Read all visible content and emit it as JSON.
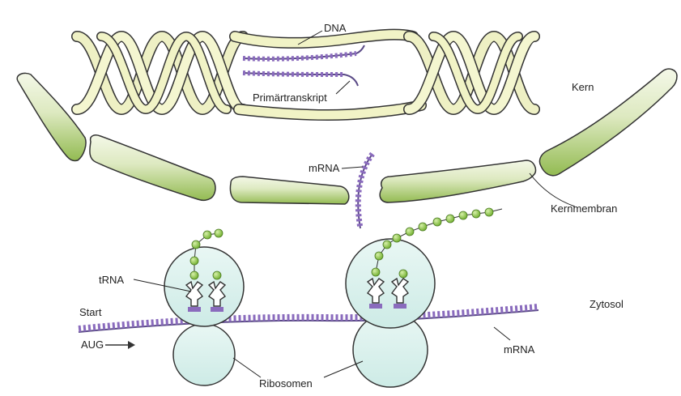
{
  "labels": {
    "dna": "DNA",
    "primary_transcript": "Primärtranskript",
    "nucleus": "Kern",
    "mrna_upper": "mRNA",
    "nuclear_membrane": "Kernmembran",
    "trna": "tRNA",
    "start": "Start",
    "aug": "AUG",
    "cytosol": "Zytosol",
    "mrna_lower": "mRNA",
    "ribosomes": "Ribosomen"
  },
  "colors": {
    "dna_strand": "#f1f3c6",
    "membrane_top": "#eef4dc",
    "membrane_bottom": "#9ec260",
    "rna": "#8a6bbd",
    "rna_dark": "#5a4a86",
    "ribosome": "#daf1ee",
    "amino_acid": "#93c94d",
    "outline": "#333333"
  }
}
